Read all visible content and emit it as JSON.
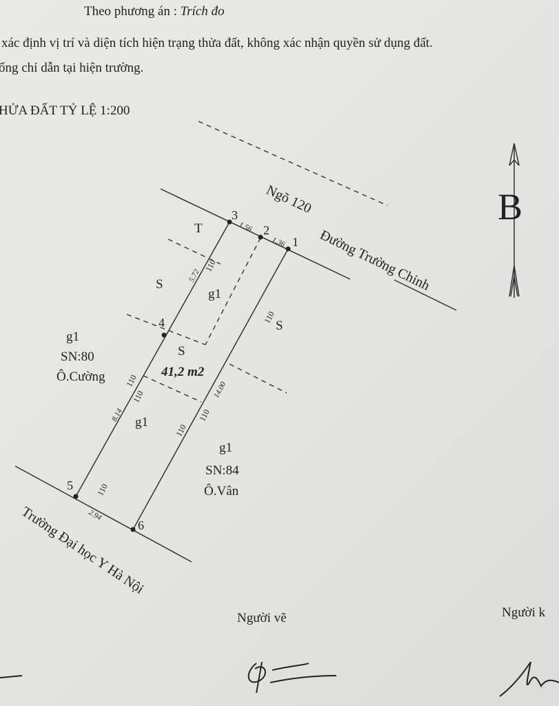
{
  "header": {
    "method_label": "Theo phương án :",
    "method_value": "Trích đo",
    "line1": "xác định vị trí và diện tích hiện trạng thửa đất, không xác nhận quyền sử dụng đất.",
    "line2": "ống chỉ dẫn tại hiện trường.",
    "scale_title": "HỬA ĐẤT TỶ LỆ 1:200"
  },
  "diagram": {
    "north_label": "B",
    "roads": {
      "alley": "Ngõ 120",
      "main_road": "Đường Trường Chinh",
      "south": "Trường Đại học Y Hà Nội"
    },
    "points": [
      "1",
      "2",
      "3",
      "4",
      "5",
      "6"
    ],
    "dimensions": {
      "d32": "1.56",
      "d21": "1.36",
      "d34": "5.72",
      "d45": "8.14",
      "d16": "14.00",
      "d56": "2.94",
      "tick": "110"
    },
    "zones": {
      "T": "T",
      "S": "S",
      "g1": "g1"
    },
    "area": "41,2 m2",
    "neighbor_west": {
      "type": "g1",
      "sn": "SN:80",
      "owner": "Ô.Cường"
    },
    "neighbor_east": {
      "type": "g1",
      "sn": "SN:84",
      "owner": "Ô.Vân"
    }
  },
  "footer": {
    "drawer": "Người vẽ",
    "checker": "Người k"
  }
}
